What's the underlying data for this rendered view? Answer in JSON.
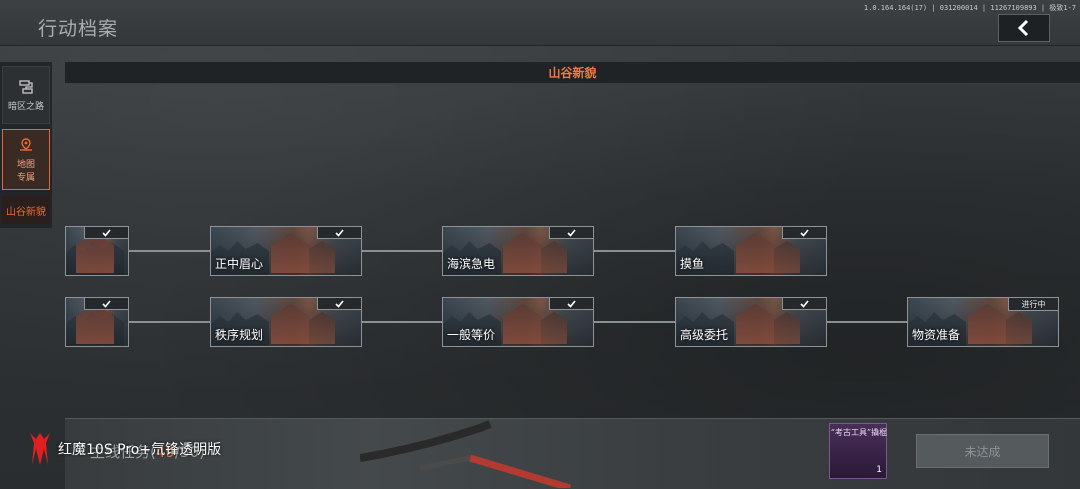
{
  "header": {
    "title": "行动档案",
    "version": "1.0.164.164(17) | 031200014 | 11267109893 | 极致1-7"
  },
  "sidebar": {
    "items": [
      {
        "label": "暗区之路",
        "icon": "route-icon"
      },
      {
        "label_line1": "地图",
        "label_line2": "专属",
        "icon": "map-pin-icon"
      }
    ],
    "sub_label": "山谷新貌"
  },
  "section": {
    "title": "山谷新貌"
  },
  "nodes_row1": [
    {
      "label": "",
      "status": "completed"
    },
    {
      "label": "正中眉心",
      "status": "completed"
    },
    {
      "label": "海滨急电",
      "status": "completed"
    },
    {
      "label": "摸鱼",
      "status": "completed"
    }
  ],
  "nodes_row2": [
    {
      "label": "",
      "status": "completed"
    },
    {
      "label": "秩序规划",
      "status": "completed"
    },
    {
      "label": "一般等价",
      "status": "completed"
    },
    {
      "label": "高级委托",
      "status": "completed"
    },
    {
      "label": "物资准备",
      "status": "进行中"
    }
  ],
  "footer": {
    "mission_prefix": "主线任务(",
    "mission_current": "49",
    "mission_total": "/50)",
    "brand": "红魔10S Pro+氘锋透明版",
    "reward_name": "“考古工具”撬棍",
    "reward_count": "1",
    "claim_label": "未达成"
  },
  "colors": {
    "accent": "#ec6a34",
    "node_border": "#8e9397"
  }
}
